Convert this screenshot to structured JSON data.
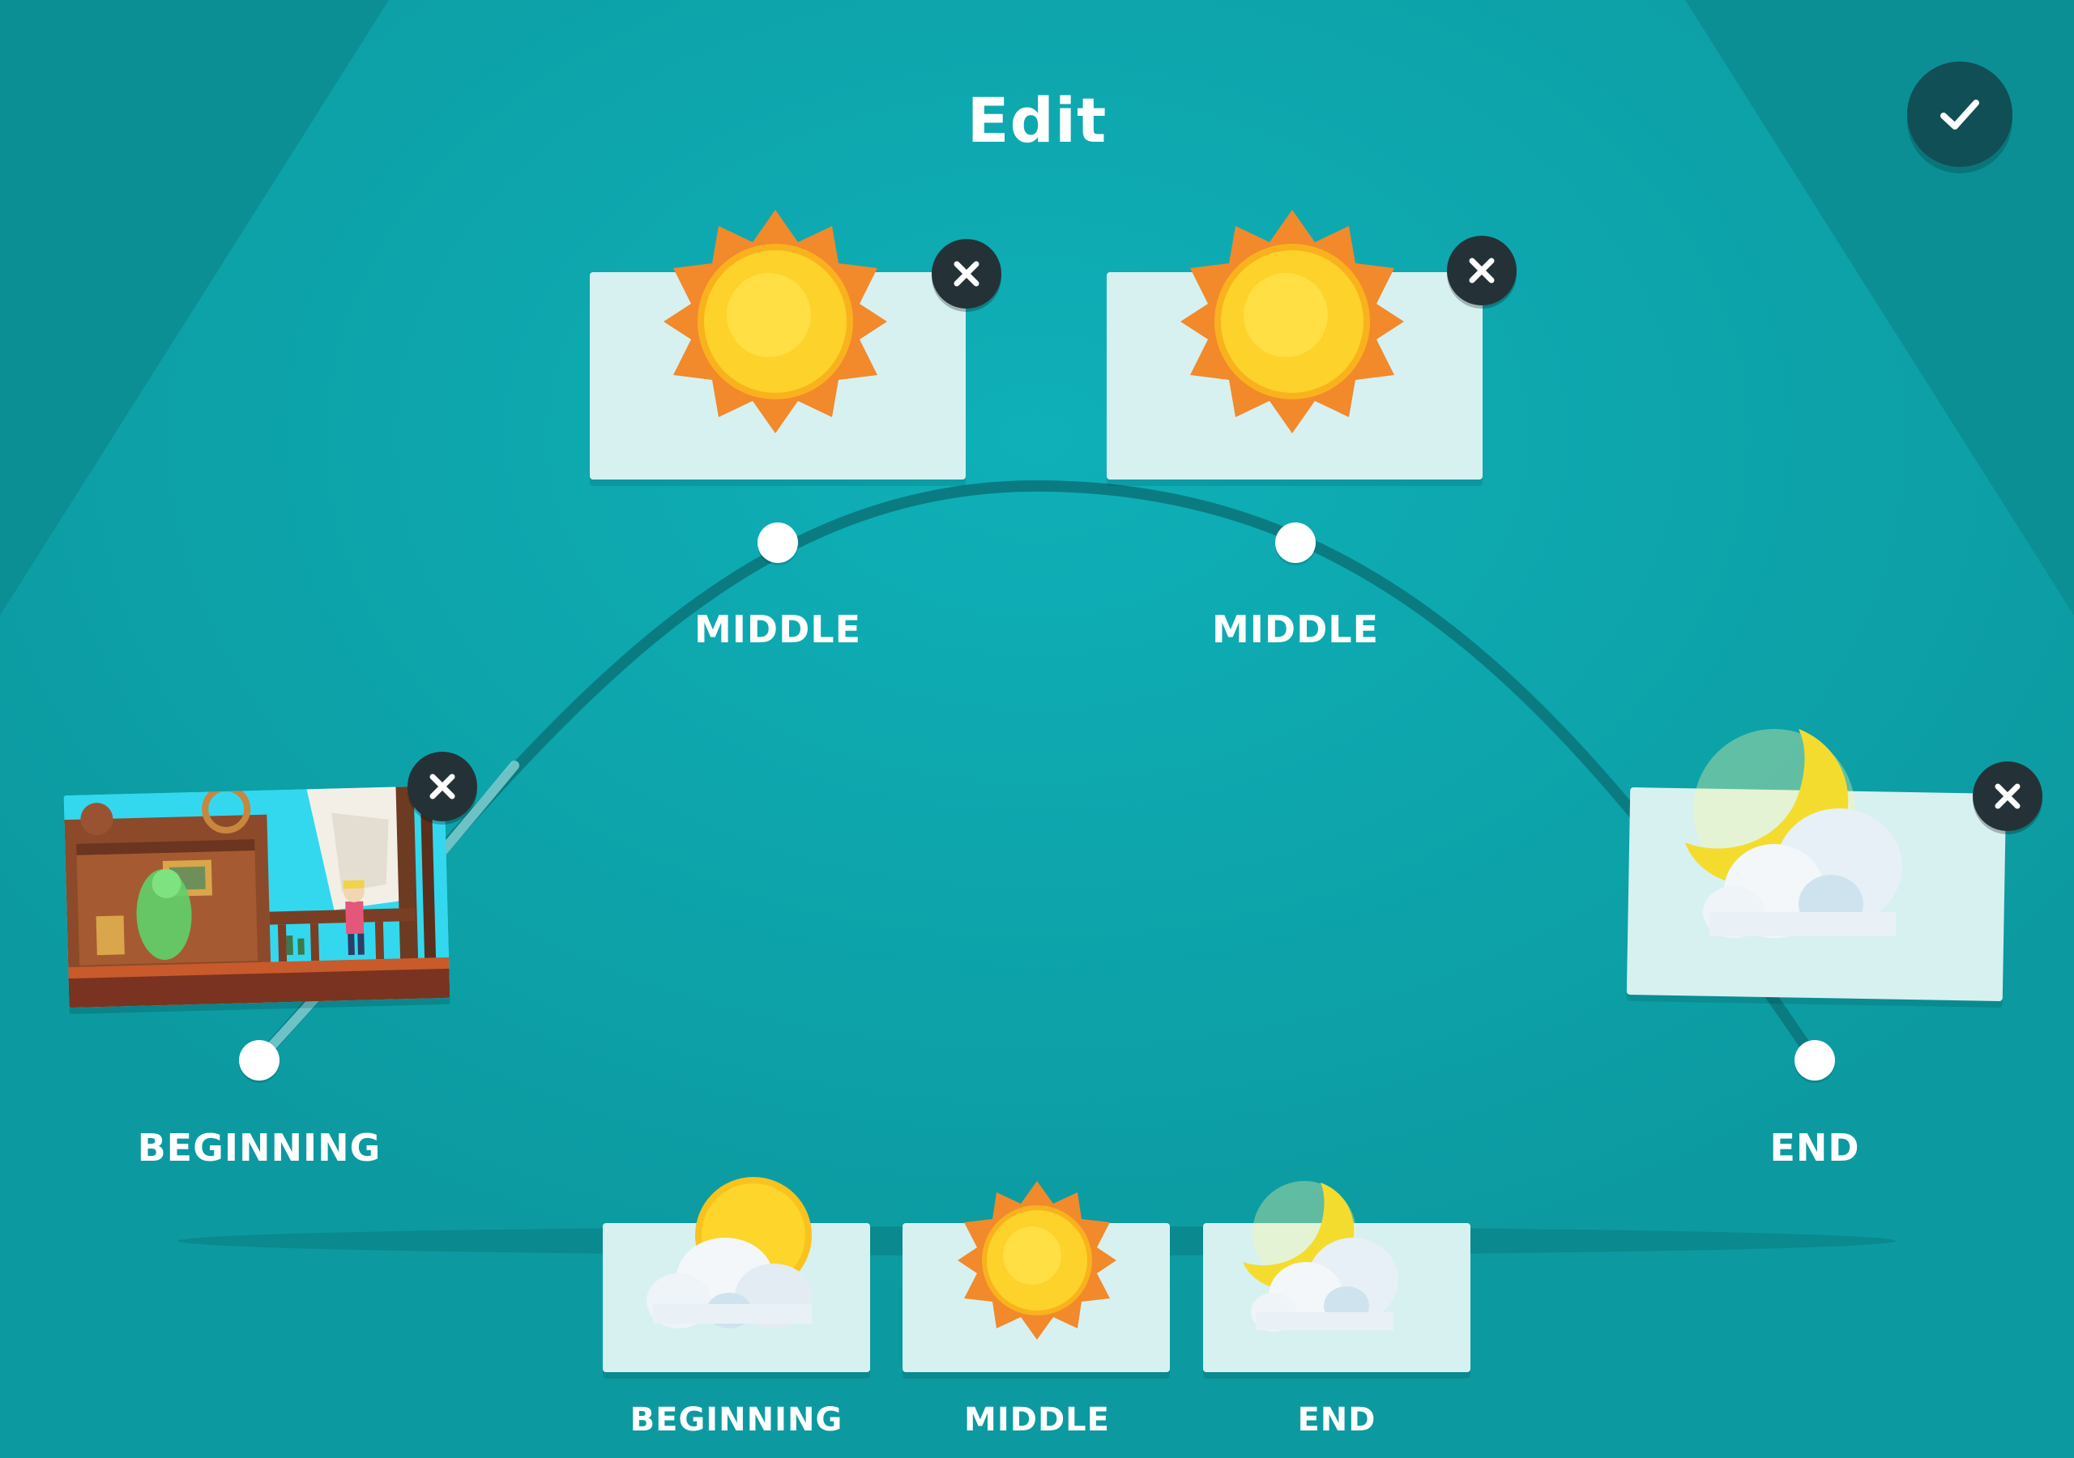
{
  "header": {
    "title": "Edit",
    "done_icon": "checkmark-icon"
  },
  "story_arc": {
    "points": [
      {
        "label": "BEGINNING",
        "content": "game-scene-thumbnail"
      },
      {
        "label": "MIDDLE",
        "content": "sun-icon"
      },
      {
        "label": "MIDDLE",
        "content": "sun-icon"
      },
      {
        "label": "END",
        "content": "moon-cloud-icon"
      }
    ],
    "remove_icon": "close-icon"
  },
  "palette": {
    "items": [
      {
        "label": "BEGINNING",
        "icon": "sun-cloud-icon"
      },
      {
        "label": "MIDDLE",
        "icon": "sun-icon"
      },
      {
        "label": "END",
        "icon": "moon-cloud-icon"
      }
    ]
  },
  "colors": {
    "background": "#0e9aa0",
    "card": "#d7f1f1",
    "dark_button": "#243238",
    "done_button": "#0f4f55"
  }
}
